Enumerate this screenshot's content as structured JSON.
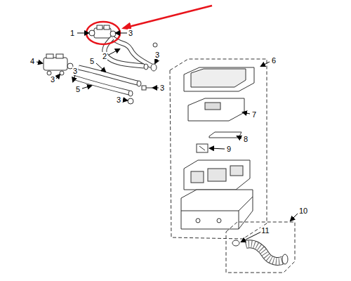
{
  "diagram": {
    "labels": [
      "1",
      "3",
      "2",
      "3",
      "4",
      "3",
      "3",
      "5",
      "5",
      "3",
      "3",
      "6",
      "7",
      "8",
      "9",
      "10",
      "11"
    ]
  }
}
